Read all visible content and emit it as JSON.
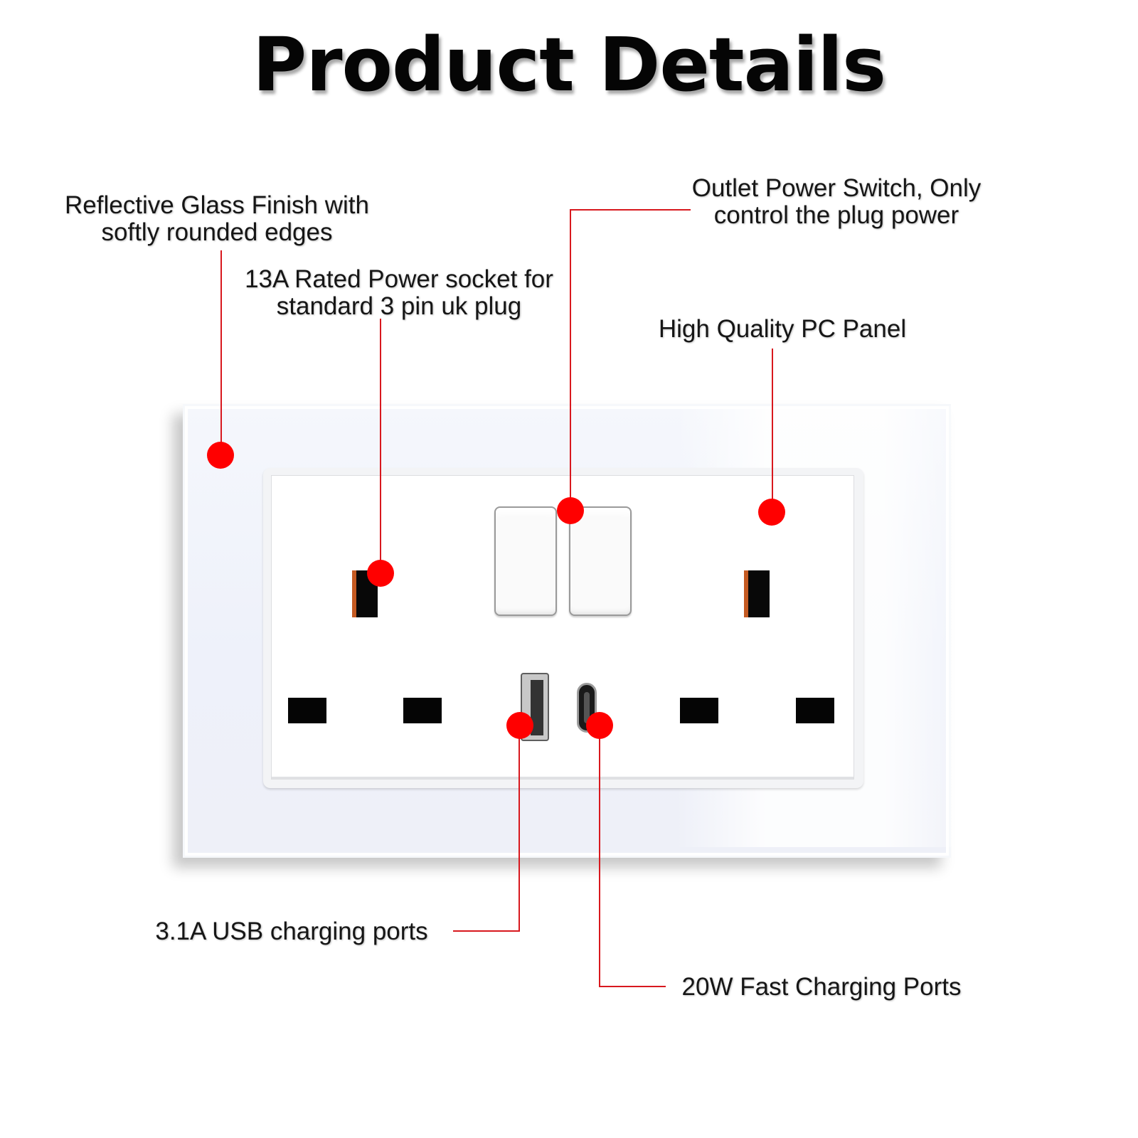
{
  "title": "Product Details",
  "callouts": {
    "glass_finish": [
      "Reflective Glass Finish with",
      "softly rounded edges"
    ],
    "rated_socket": [
      "13A Rated Power socket for",
      "standard 3 pin uk plug"
    ],
    "power_switch": [
      "Outlet Power Switch, Only",
      "control the plug power"
    ],
    "pc_panel": [
      "High Quality PC Panel"
    ],
    "usb_ports": [
      "3.1A USB charging ports"
    ],
    "fast_charging": [
      "20W Fast Charging Ports"
    ]
  },
  "colors": {
    "marker": "#ff0000",
    "leader_line": "#d8181e",
    "title_text": "#050505"
  }
}
